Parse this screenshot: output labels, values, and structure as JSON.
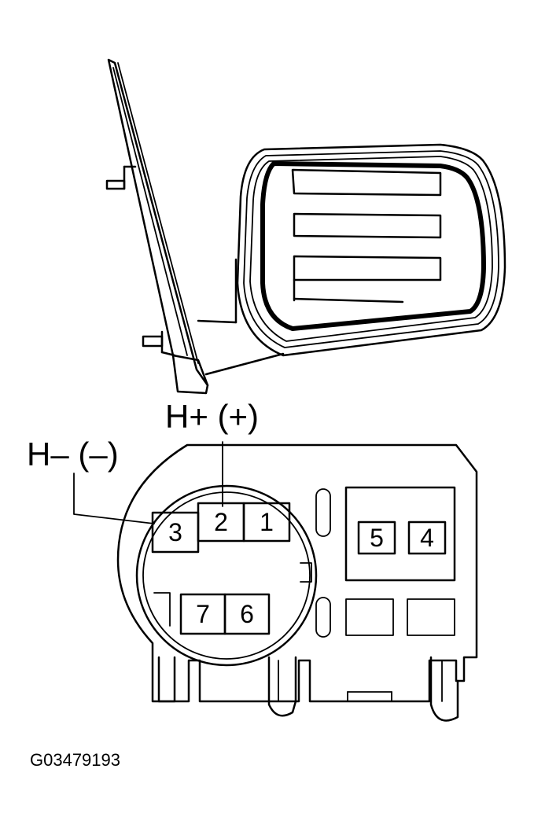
{
  "labels": {
    "h_plus": "H+ (+)",
    "h_minus": "H– (–)",
    "figure_code": "G03479193"
  },
  "pins": {
    "p1": "1",
    "p2": "2",
    "p3": "3",
    "p4": "4",
    "p5": "5",
    "p6": "6",
    "p7": "7"
  }
}
